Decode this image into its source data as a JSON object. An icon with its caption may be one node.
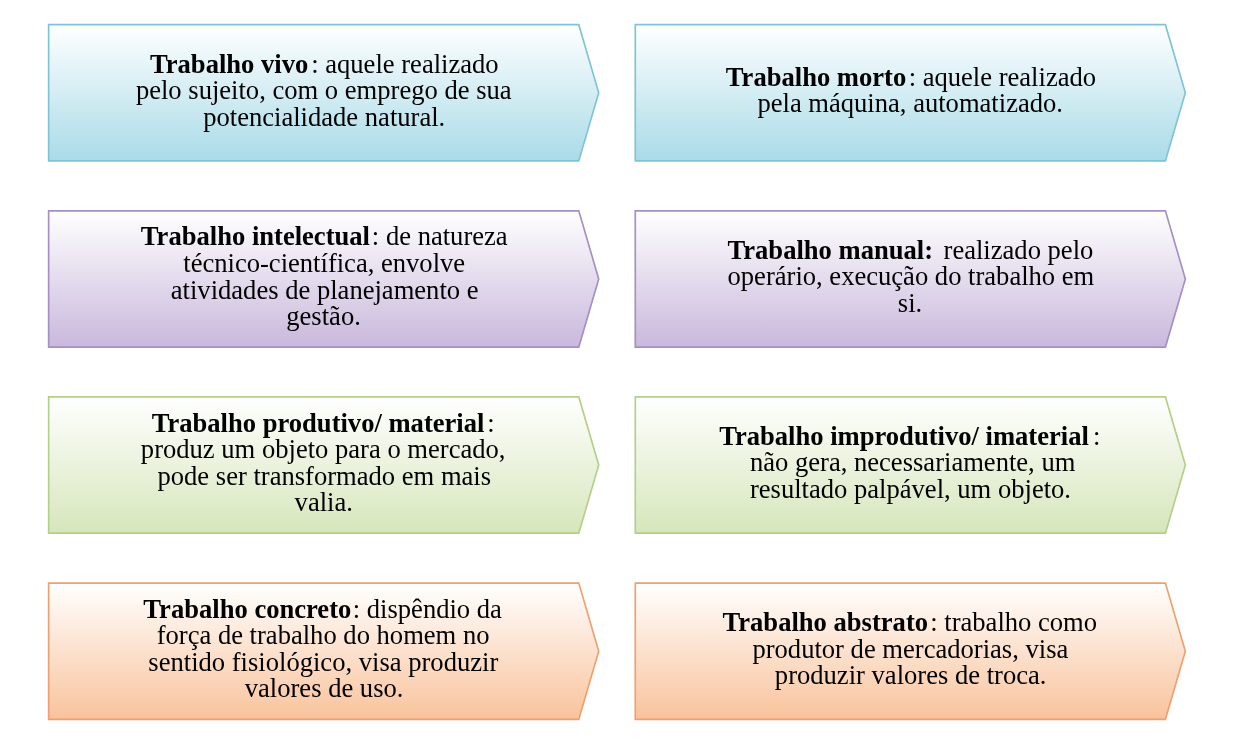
{
  "diagram": {
    "nodes": [
      {
        "text": [
          "**Trabalho vivo**: aquele realizado pelo sujeito, com o emprego de sua potencialidade natural."
        ]
      },
      {
        "text": [
          "**Trabalho morto**: aquele realizado pela máquina, automatizado."
        ]
      },
      {
        "text": [
          "**Trabalho intelectual**: de natureza técnico-científica, envolve atividades de planejamento e gestão."
        ]
      },
      {
        "text": [
          "**Trabalho manual:** realizado pelo operário, execução do trabalho em si."
        ]
      },
      {
        "text": [
          "**Trabalho produtivo/ material**: produz um objeto para o mercado, pode ser transformado em mais valia."
        ]
      },
      {
        "text": [
          "**Trabalho improdutivo/ imaterial**: não gera, necessariamente, um resultado palpável, um objeto."
        ]
      },
      {
        "text": [
          "**Trabalho concreto**: dispêndio da força de trabalho do homem no sentido fisiológico, visa produzir valores de uso."
        ]
      },
      {
        "text": [
          "**Trabalho abstrato**: trabalho como produtor de mercadorias, visa produzir valores de troca."
        ]
      }
    ]
  }
}
